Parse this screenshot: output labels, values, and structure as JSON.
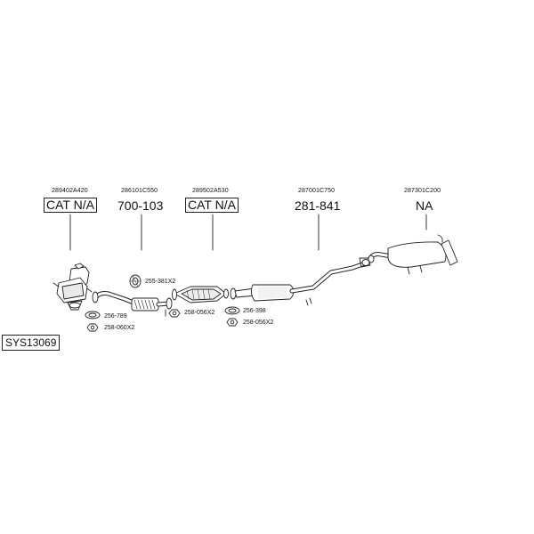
{
  "parts": [
    {
      "oem": "289402A420",
      "ref": "CAT N/A"
    },
    {
      "oem": "286101C550",
      "ref": "700-103"
    },
    {
      "oem": "289502A530",
      "ref": "CAT N/A"
    },
    {
      "oem": "287001C750",
      "ref": "281-841"
    },
    {
      "oem": "287301C200",
      "ref": "NA"
    }
  ],
  "hardware": [
    "255-381X2",
    "256-789",
    "258-060X2",
    "258-056X2",
    "256-398",
    "258-056X2"
  ],
  "system_code": "SYS13069"
}
